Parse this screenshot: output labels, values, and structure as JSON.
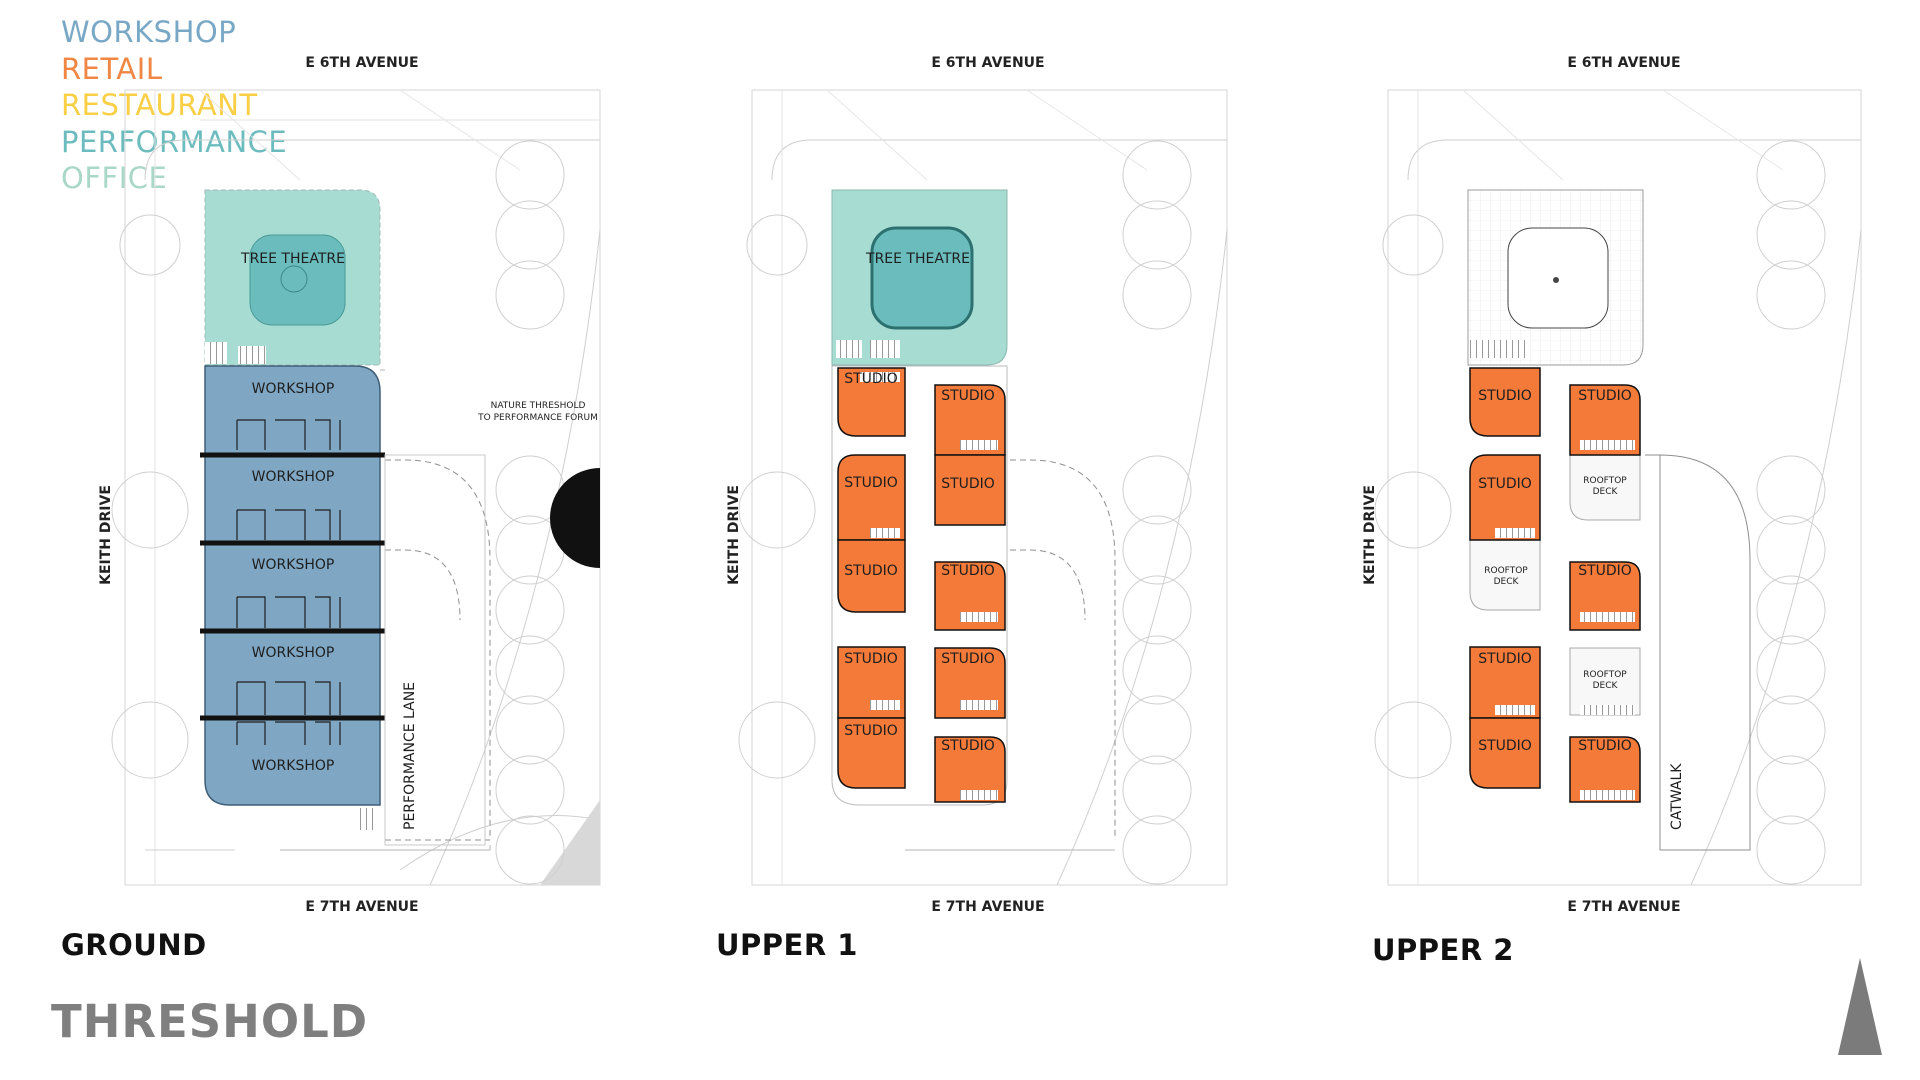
{
  "legend": [
    {
      "label": "WORKSHOP",
      "color": "#78a8c6"
    },
    {
      "label": "RETAIL",
      "color": "#f08744"
    },
    {
      "label": "RESTAURANT",
      "color": "#f9cf45"
    },
    {
      "label": "PERFORMANCE",
      "color": "#6cbcbf"
    },
    {
      "label": "OFFICE",
      "color": "#a9d8c9"
    }
  ],
  "colors": {
    "workshop": "#7fa7c4",
    "studio": "#f47a3a",
    "performance": "#6bbcbc",
    "theatre_plaza": "#a7dcd2",
    "deck": "#f8f8f8",
    "linework": "#bdbdbd"
  },
  "streets": {
    "north": "E 6TH AVENUE",
    "south": "E 7TH AVENUE",
    "west": "KEITH DRIVE"
  },
  "ground": {
    "title": "GROUND",
    "theatre": "TREE THEATRE",
    "workshops": [
      "WORKSHOP",
      "WORKSHOP",
      "WORKSHOP",
      "WORKSHOP",
      "WORKSHOP"
    ],
    "lane": "PERFORMANCE LANE",
    "nature_line1": "NATURE THRESHOLD",
    "nature_line2": "TO PERFORMANCE FORUM"
  },
  "upper1": {
    "title": "UPPER 1",
    "theatre": "TREE THEATRE",
    "studio_label": "STUDIO"
  },
  "upper2": {
    "title": "UPPER 2",
    "studio_label": "STUDIO",
    "deck_line1": "ROOFTOP",
    "deck_line2": "DECK",
    "catwalk": "CATWALK"
  },
  "brand": "THRESHOLD",
  "north_arrow_icon": "north-arrow-icon"
}
